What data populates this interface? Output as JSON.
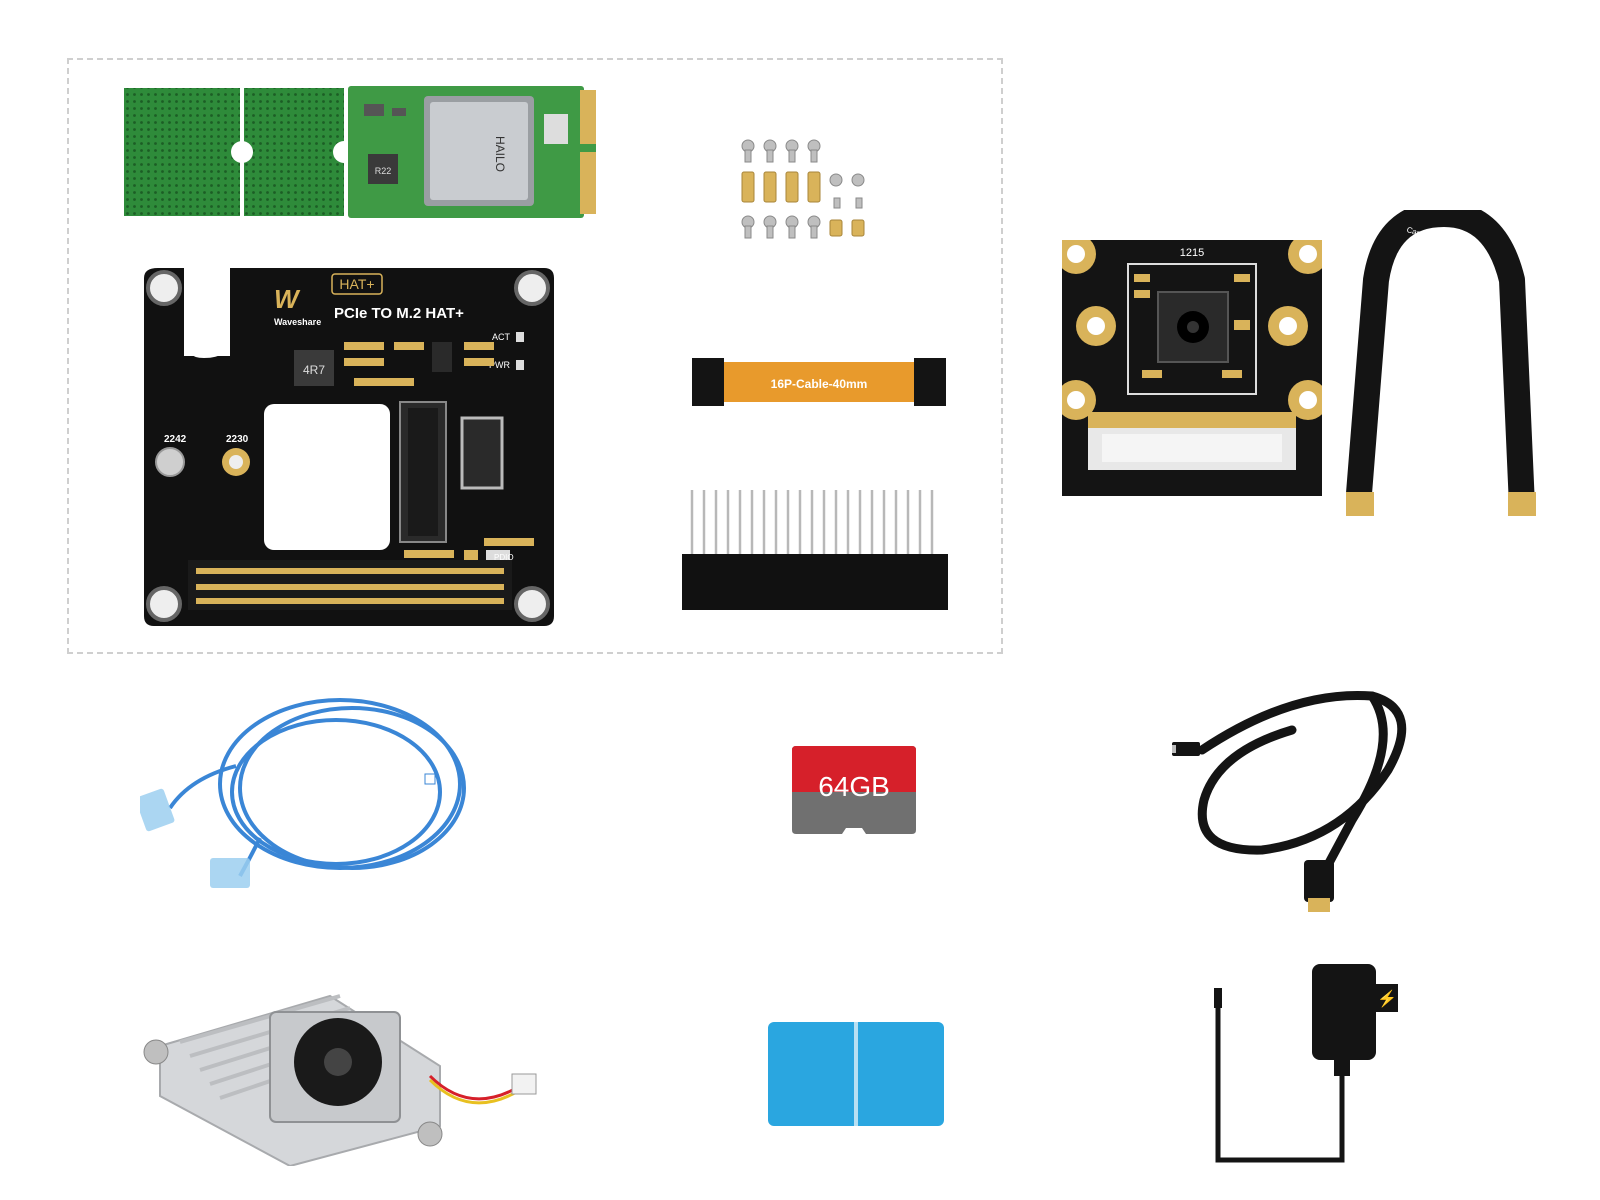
{
  "colors": {
    "pcb_green": "#2e8b3a",
    "pcb_black": "#111111",
    "gold": "#d9b35a",
    "cable_orange": "#e89a2c",
    "ethernet_blue": "#3a86d6",
    "sd_red": "#d6202a",
    "sd_gray": "#707070",
    "card_reader_blue": "#2aa6e0"
  },
  "m2_module": {
    "chip_brand": "HAILO",
    "inductor_code": "R22"
  },
  "hat": {
    "badge": "HAT+",
    "brand": "Waveshare",
    "title": "PCIe TO M.2 HAT+",
    "led_act": "ACT",
    "led_pwr": "PWR",
    "size_2242": "2242",
    "size_2230": "2230",
    "inductor_code": "4R7",
    "button": "PDIO"
  },
  "ffc_cable": {
    "label": "16P-Cable-40mm"
  },
  "camera": {
    "board_code": "1215",
    "cable_label": "Camera-cable-200mm"
  },
  "sd_card": {
    "capacity": "64GB"
  }
}
